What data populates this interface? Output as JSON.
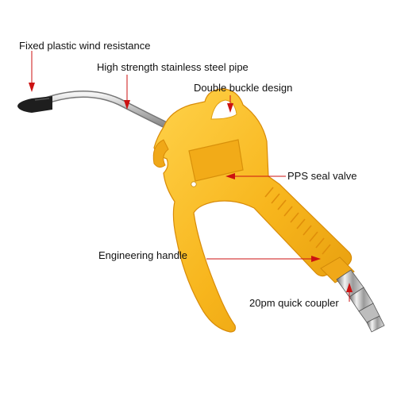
{
  "labels": {
    "nozzle": "Fixed plastic wind resistance",
    "pipe": "High strength stainless steel pipe",
    "buckle": "Double buckle design",
    "valve": "PPS seal valve",
    "handle": "Engineering handle",
    "coupler": "20pm quick coupler"
  },
  "colors": {
    "body": "#f7b51c",
    "body_shadow": "#e0920c",
    "pointer": "#cc1111",
    "steel": "#c8c8c8"
  }
}
